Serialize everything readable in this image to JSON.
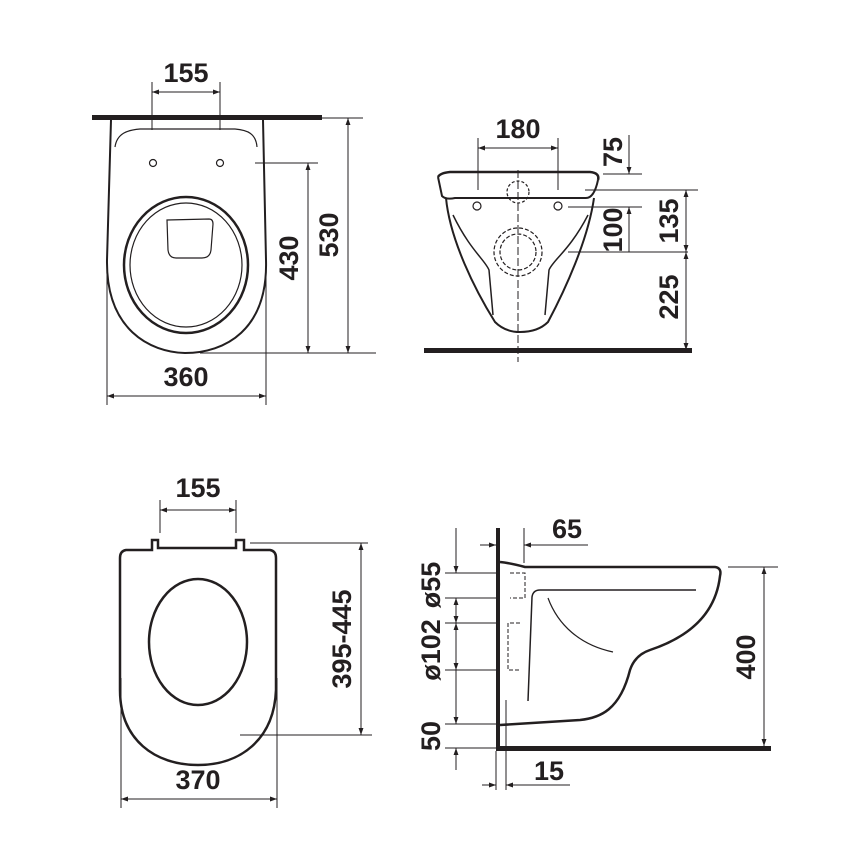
{
  "drawing": {
    "subject": "wall-hung toilet and seat dimension drawing",
    "views": {
      "top_view": {
        "label": "Toilet bowl top view",
        "dimensions": {
          "fixing_hole_spacing": "155",
          "width": "360",
          "hole_to_front": "430",
          "total_length": "530"
        }
      },
      "front_view": {
        "label": "Toilet bowl rear/front view",
        "dimensions": {
          "fixing_hole_spacing": "180",
          "top_offset": "75",
          "inlet_to_outlet": "100",
          "rim_to_outlet": "135",
          "outlet_height": "225"
        }
      },
      "seat_view": {
        "label": "Toilet seat top view",
        "dimensions": {
          "hinge_spacing": "155",
          "width": "370",
          "length_range": "395-445"
        }
      },
      "side_view": {
        "label": "Toilet bowl side view",
        "dimensions": {
          "wall_offset": "65",
          "inlet_diameter": "ø55",
          "outlet_diameter": "ø102",
          "bottom_offset": "50",
          "wall_gap": "15",
          "height": "400"
        }
      }
    },
    "colors": {
      "ink": "#231f20",
      "background": "#ffffff"
    }
  }
}
